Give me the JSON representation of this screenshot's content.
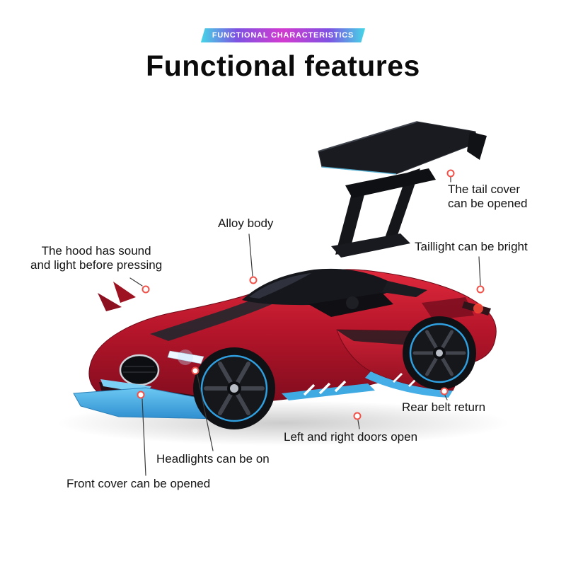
{
  "header": {
    "badge": "FUNCTIONAL CHARACTERISTICS",
    "title": "Functional features"
  },
  "callouts": {
    "tail_cover": "The tail cover\ncan be opened",
    "alloy_body": "Alloy body",
    "hood": "The hood has sound\nand light before pressing",
    "taillight": "Taillight can be bright",
    "rear_belt": "Rear belt return",
    "doors": "Left and right doors open",
    "headlights": "Headlights can be on",
    "front_cover": "Front cover can be opened"
  },
  "colors": {
    "car_red": "#c11a2b",
    "car_blue": "#45aee6",
    "wing_black": "#1a1b20",
    "marker_ring": "#f0524a",
    "badge_cyan": "#45d6e6",
    "badge_magenta": "#d23ad0",
    "text": "#141414"
  }
}
